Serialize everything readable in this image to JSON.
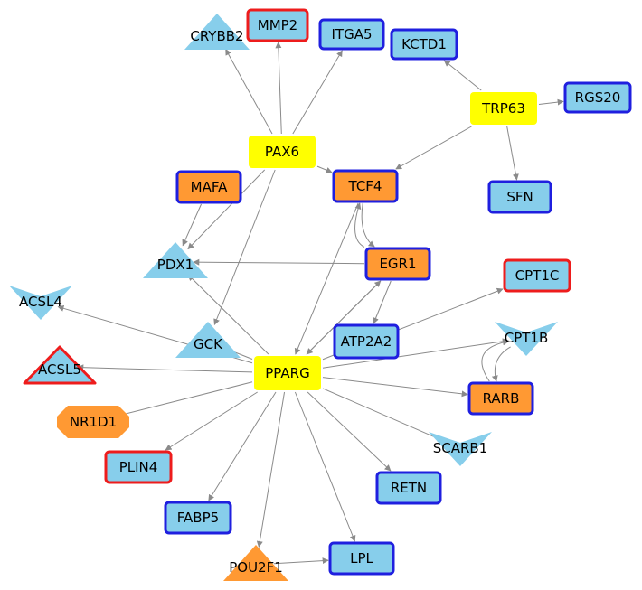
{
  "colors": {
    "hub": "#ffff00",
    "orange": "#ff9933",
    "blue": "#87ceeb",
    "border_blue": "#1f1fdf",
    "border_red": "#ee1c1c",
    "edge": "#8a8a8a"
  },
  "nodes": [
    {
      "id": "CRYBB2",
      "label": "CRYBB2",
      "shape": "triangle",
      "fill": "blue",
      "border": "none"
    },
    {
      "id": "MMP2",
      "label": "MMP2",
      "shape": "rect",
      "fill": "blue",
      "border": "red"
    },
    {
      "id": "ITGA5",
      "label": "ITGA5",
      "shape": "rect",
      "fill": "blue",
      "border": "blue"
    },
    {
      "id": "KCTD1",
      "label": "KCTD1",
      "shape": "rect",
      "fill": "blue",
      "border": "blue"
    },
    {
      "id": "RGS20",
      "label": "RGS20",
      "shape": "rect",
      "fill": "blue",
      "border": "blue"
    },
    {
      "id": "TRP63",
      "label": "TRP63",
      "shape": "rect",
      "fill": "hub",
      "border": "none"
    },
    {
      "id": "PAX6",
      "label": "PAX6",
      "shape": "rect",
      "fill": "hub",
      "border": "none"
    },
    {
      "id": "MAFA",
      "label": "MAFA",
      "shape": "rect",
      "fill": "orange",
      "border": "blue"
    },
    {
      "id": "TCF4",
      "label": "TCF4",
      "shape": "rect",
      "fill": "orange",
      "border": "blue"
    },
    {
      "id": "SFN",
      "label": "SFN",
      "shape": "rect",
      "fill": "blue",
      "border": "blue"
    },
    {
      "id": "PDX1",
      "label": "PDX1",
      "shape": "triangle",
      "fill": "blue",
      "border": "none"
    },
    {
      "id": "EGR1",
      "label": "EGR1",
      "shape": "rect",
      "fill": "orange",
      "border": "blue"
    },
    {
      "id": "CPT1C",
      "label": "CPT1C",
      "shape": "rect",
      "fill": "blue",
      "border": "red"
    },
    {
      "id": "ACSL4",
      "label": "ACSL4",
      "shape": "vee",
      "fill": "blue",
      "border": "none"
    },
    {
      "id": "GCK",
      "label": "GCK",
      "shape": "triangle",
      "fill": "blue",
      "border": "none"
    },
    {
      "id": "ATP2A2",
      "label": "ATP2A2",
      "shape": "rect",
      "fill": "blue",
      "border": "blue"
    },
    {
      "id": "CPT1B",
      "label": "CPT1B",
      "shape": "vee",
      "fill": "blue",
      "border": "none"
    },
    {
      "id": "ACSL5",
      "label": "ACSL5",
      "shape": "triangle",
      "fill": "blue",
      "border": "red"
    },
    {
      "id": "PPARG",
      "label": "PPARG",
      "shape": "rect",
      "fill": "hub",
      "border": "none"
    },
    {
      "id": "RARB",
      "label": "RARB",
      "shape": "rect",
      "fill": "orange",
      "border": "blue"
    },
    {
      "id": "NR1D1",
      "label": "NR1D1",
      "shape": "octagon",
      "fill": "orange",
      "border": "none"
    },
    {
      "id": "SCARB1",
      "label": "SCARB1",
      "shape": "vee",
      "fill": "blue",
      "border": "none"
    },
    {
      "id": "PLIN4",
      "label": "PLIN4",
      "shape": "rect",
      "fill": "blue",
      "border": "red"
    },
    {
      "id": "RETN",
      "label": "RETN",
      "shape": "rect",
      "fill": "blue",
      "border": "blue"
    },
    {
      "id": "FABP5",
      "label": "FABP5",
      "shape": "rect",
      "fill": "blue",
      "border": "blue"
    },
    {
      "id": "POU2F1",
      "label": "POU2F1",
      "shape": "triangle",
      "fill": "orange",
      "border": "none"
    },
    {
      "id": "LPL",
      "label": "LPL",
      "shape": "rect",
      "fill": "blue",
      "border": "blue"
    }
  ],
  "edges": [
    {
      "source": "PAX6",
      "target": "CRYBB2"
    },
    {
      "source": "PAX6",
      "target": "MMP2"
    },
    {
      "source": "PAX6",
      "target": "ITGA5"
    },
    {
      "source": "PAX6",
      "target": "TCF4"
    },
    {
      "source": "PAX6",
      "target": "PDX1"
    },
    {
      "source": "PAX6",
      "target": "GCK"
    },
    {
      "source": "TRP63",
      "target": "KCTD1"
    },
    {
      "source": "TRP63",
      "target": "RGS20"
    },
    {
      "source": "TRP63",
      "target": "SFN"
    },
    {
      "source": "TRP63",
      "target": "TCF4"
    },
    {
      "source": "MAFA",
      "target": "PDX1"
    },
    {
      "source": "TCF4",
      "target": "EGR1"
    },
    {
      "source": "EGR1",
      "target": "TCF4"
    },
    {
      "source": "EGR1",
      "target": "PDX1"
    },
    {
      "source": "EGR1",
      "target": "ATP2A2"
    },
    {
      "source": "EGR1",
      "target": "PPARG"
    },
    {
      "source": "TCF4",
      "target": "PPARG"
    },
    {
      "source": "PPARG",
      "target": "EGR1"
    },
    {
      "source": "PPARG",
      "target": "CPT1C"
    },
    {
      "source": "PPARG",
      "target": "PDX1"
    },
    {
      "source": "PPARG",
      "target": "ACSL4"
    },
    {
      "source": "PPARG",
      "target": "GCK"
    },
    {
      "source": "PPARG",
      "target": "ACSL5"
    },
    {
      "source": "PPARG",
      "target": "CPT1B"
    },
    {
      "source": "PPARG",
      "target": "RARB"
    },
    {
      "source": "PPARG",
      "target": "NR1D1"
    },
    {
      "source": "PPARG",
      "target": "SCARB1"
    },
    {
      "source": "PPARG",
      "target": "PLIN4"
    },
    {
      "source": "PPARG",
      "target": "RETN"
    },
    {
      "source": "PPARG",
      "target": "FABP5"
    },
    {
      "source": "PPARG",
      "target": "POU2F1"
    },
    {
      "source": "PPARG",
      "target": "LPL"
    },
    {
      "source": "POU2F1",
      "target": "LPL"
    },
    {
      "source": "CPT1B",
      "target": "RARB"
    },
    {
      "source": "RARB",
      "target": "CPT1B"
    }
  ]
}
